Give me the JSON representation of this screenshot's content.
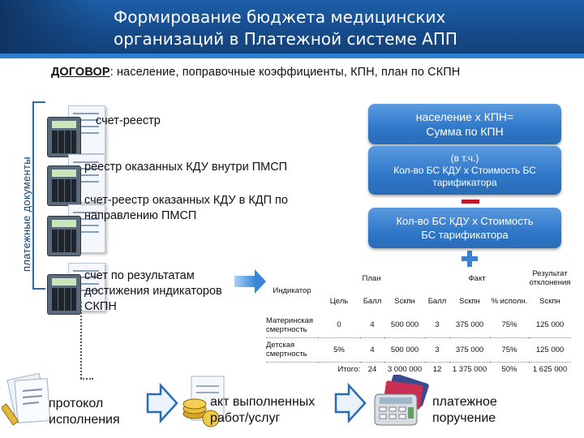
{
  "header": {
    "title_line1": "Формирование бюджета медицинских",
    "title_line2": "организаций в Платежной системе АПП"
  },
  "contract": {
    "lead": "ДОГОВОР",
    "rest": ": население, поправочные коэффициенты, КПН, план по СКПН"
  },
  "side_label": "платежные документы",
  "documents": [
    {
      "label": "счет-реестр"
    },
    {
      "label": "реестр оказанных КДУ внутри ПМСП"
    },
    {
      "label_line1": "счет-реестр оказанных КДУ в КДП по",
      "label_line2": "направлению ПМСП"
    },
    {
      "label_line1": "счет по результатам",
      "label_line2": "достижения индикаторов",
      "label_line3": "СКПН"
    }
  ],
  "formula_boxes": [
    {
      "line1": "население х КПН=",
      "line2": "Сумма по КПН"
    },
    {
      "line1": "(в т.ч.)",
      "line2": "Кол-во БС КДУ х Стоимость БС",
      "line3": "тарификатора"
    },
    {
      "line1": "Кол-во БС КДУ х Стоимость",
      "line2": "БС тарификатора"
    }
  ],
  "operators": {
    "minus_color": "#c0192c",
    "plus_color": "#3a7fd0"
  },
  "table": {
    "group_headers": {
      "plan": "План",
      "fact": "Факт",
      "result_line1": "Результат",
      "result_line2": "отклонения"
    },
    "indicator_header": "Индикатор",
    "sub_headers": [
      "Цель",
      "Балл",
      "Sскпн",
      "Балл",
      "Sскпн",
      "% исполн.",
      "Sскпн"
    ],
    "rows": [
      {
        "name_line1": "Материнская",
        "name_line2": "смертность",
        "values": [
          "0",
          "4",
          "500 000",
          "3",
          "375 000",
          "75%",
          "125 000"
        ]
      },
      {
        "name_line1": "Детская",
        "name_line2": "смертность",
        "values": [
          "5%",
          "4",
          "500 000",
          "3",
          "375 000",
          "75%",
          "125 000"
        ]
      }
    ],
    "total": {
      "label": "Итого:",
      "values": [
        "24",
        "3 000 000",
        "12",
        "1 375 000",
        "50%",
        "1 625 000"
      ]
    }
  },
  "bottom": [
    {
      "line1": "протокол",
      "line2": "исполнения",
      "icon": "protocol-document-icon"
    },
    {
      "line1": "акт выполненных",
      "line2": "работ/услуг",
      "icon": "coins-document-icon"
    },
    {
      "line1": "платежное",
      "line2": "поручение",
      "icon": "payment-terminal-icon"
    }
  ],
  "colors": {
    "header": "#164b8a",
    "box": "#2f77c8",
    "accent": "#2c7fd1"
  }
}
